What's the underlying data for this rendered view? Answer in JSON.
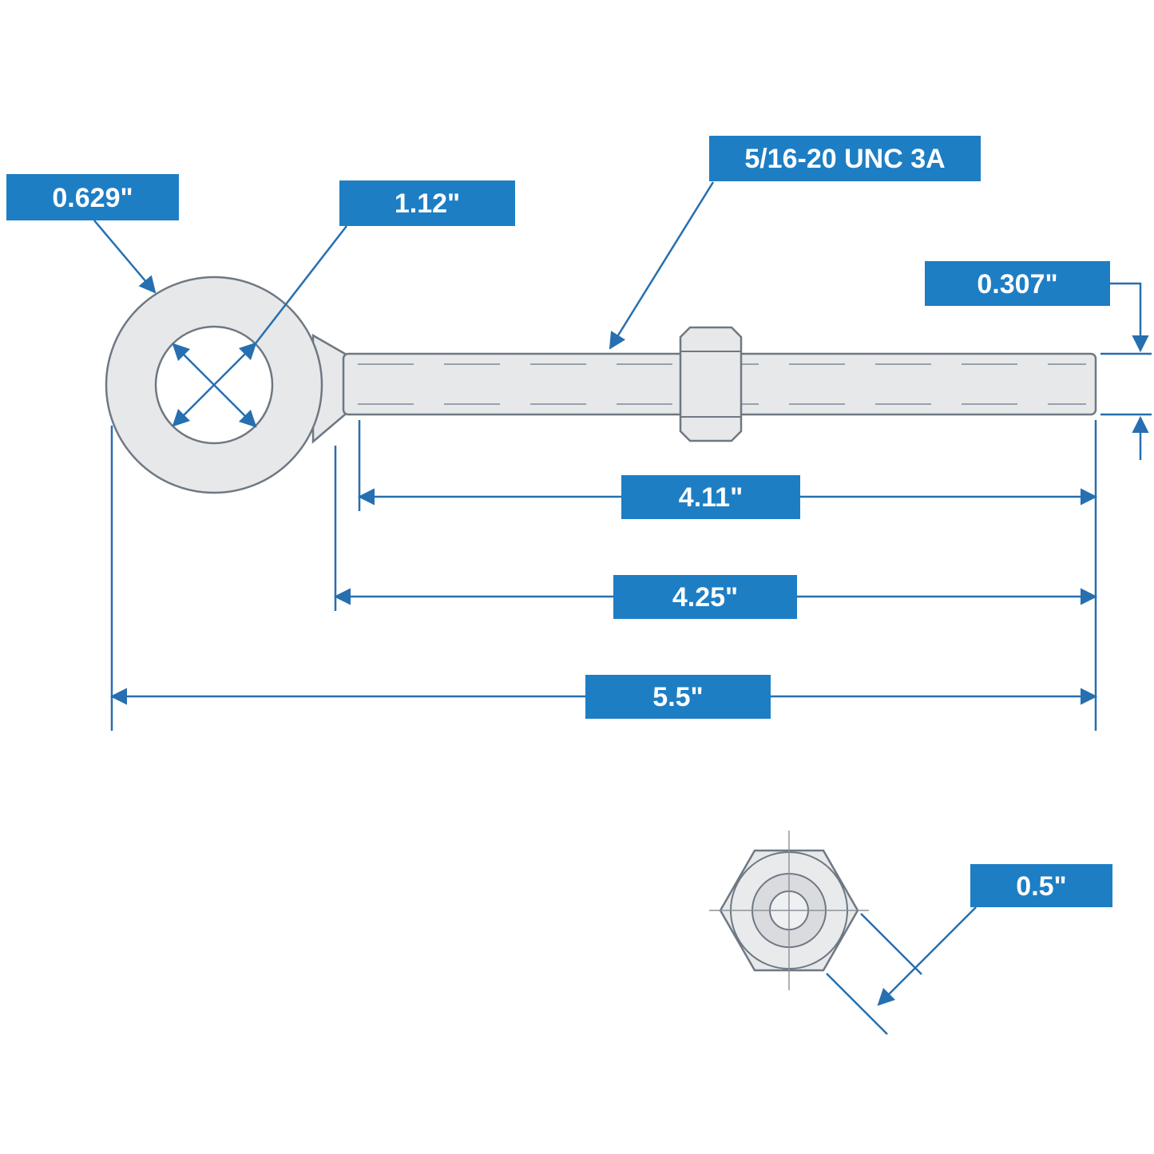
{
  "title": "Shoulder eye bolt dimension diagram",
  "labels": {
    "eye_section": "0.629\"",
    "eye_inner_diameter": "1.12\"",
    "thread_spec": "5/16-20 UNC 3A",
    "shank_diameter": "0.307\"",
    "thread_length": "4.11\"",
    "shank_length": "4.25\"",
    "overall_length": "5.5\"",
    "nut_size": "0.5\""
  },
  "colors": {
    "label_bg": "#1d7ec4",
    "dimension_line": "#266fb0",
    "part_fill": "#e7e8ea",
    "part_stroke": "#6e7883",
    "background": "#ffffff"
  }
}
